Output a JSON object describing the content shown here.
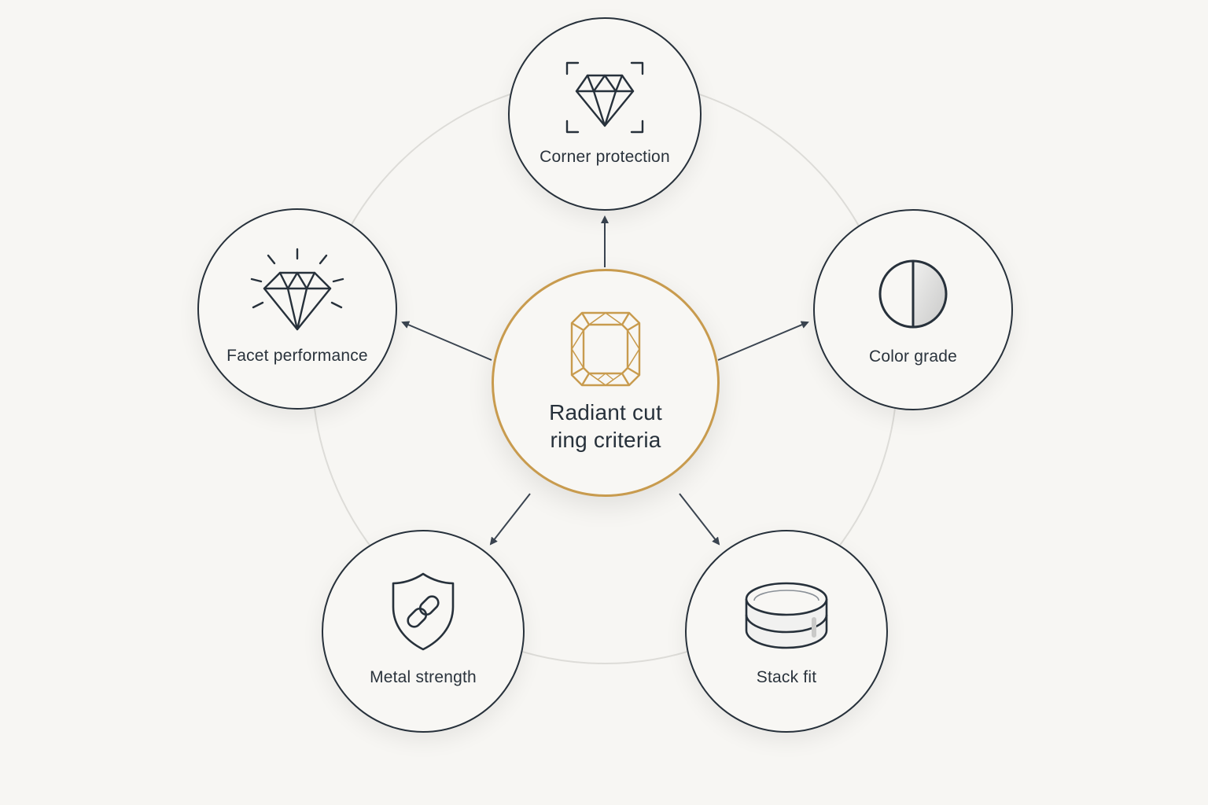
{
  "diagram": {
    "center": {
      "label_line1": "Radiant cut",
      "label_line2": "ring criteria",
      "icon": "radiant-cut-gem-icon"
    },
    "criteria": [
      {
        "id": "corner",
        "label": "Corner protection",
        "icon": "framed-diamond-icon"
      },
      {
        "id": "facet",
        "label": "Facet performance",
        "icon": "sparkling-diamond-icon"
      },
      {
        "id": "color",
        "label": "Color grade",
        "icon": "half-tone-circle-icon"
      },
      {
        "id": "metal",
        "label": "Metal strength",
        "icon": "shield-link-icon"
      },
      {
        "id": "stack",
        "label": "Stack fit",
        "icon": "stacked-bands-icon"
      }
    ],
    "colors": {
      "background": "#f7f6f3",
      "outline": "#27313b",
      "accent_gold": "#c89b4e",
      "ring_guide": "#dddcd8",
      "arrow": "#3a4450"
    }
  }
}
